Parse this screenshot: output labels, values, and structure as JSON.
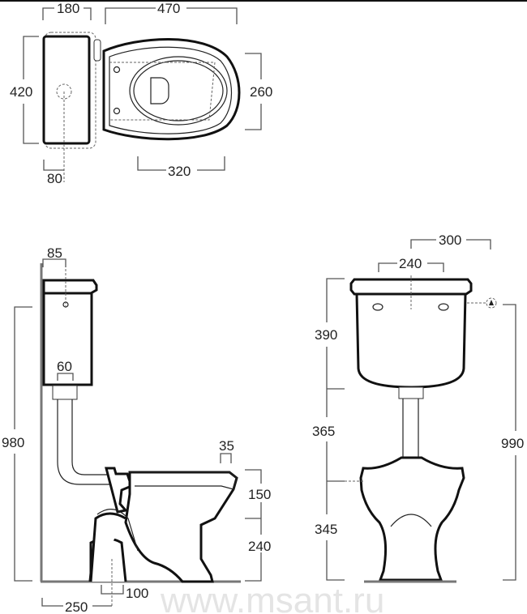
{
  "watermark": "www.msant.ru",
  "top_view": {
    "cistern_depth": "180",
    "bowl_length": "470",
    "cistern_width": "420",
    "seat_width": "260",
    "seat_length": "320",
    "outlet_offset": "80"
  },
  "side_view": {
    "flush_inlet_offset": "85",
    "pipe_diameter": "60",
    "total_height": "980",
    "rim_depth": "35",
    "rim_height": "150",
    "base_height": "240",
    "outlet_width": "100",
    "outlet_distance": "250"
  },
  "front_view": {
    "water_inlet_offset": "300",
    "hole_spacing": "240",
    "cistern_height": "390",
    "pipe_height": "365",
    "bowl_height": "345",
    "inlet_height": "990"
  }
}
